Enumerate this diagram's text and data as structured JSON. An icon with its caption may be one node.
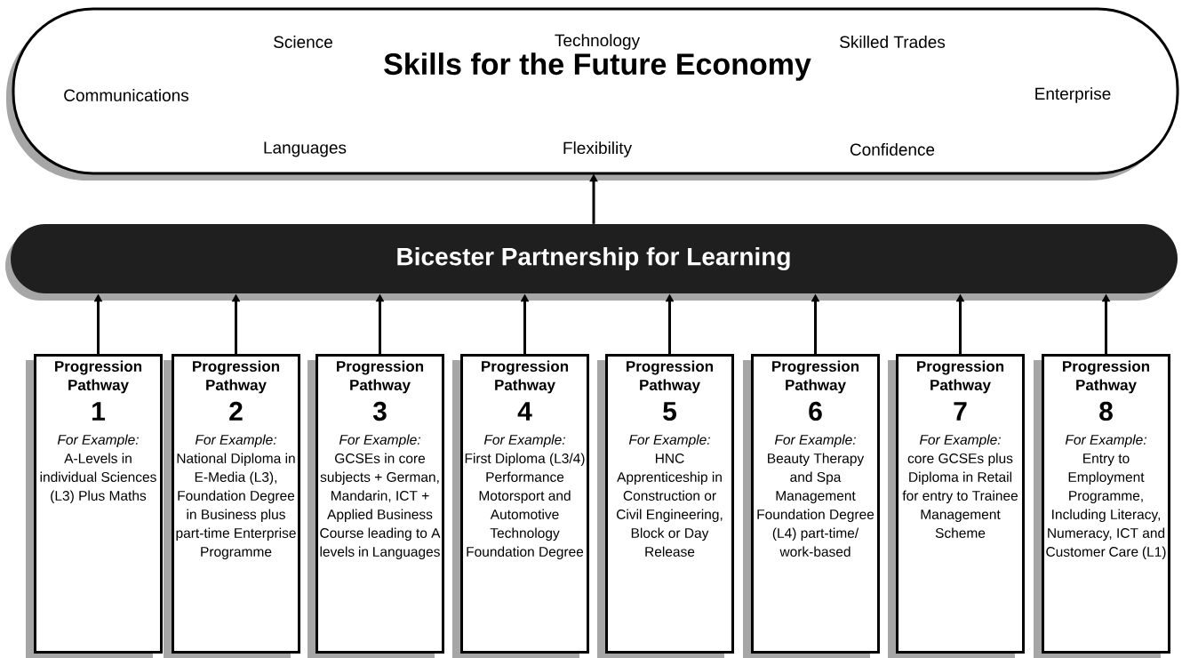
{
  "diagram": {
    "nodes": [
      {
        "text": [
          "Skills for the Future Economy",
          "Science",
          "Technology",
          "Skilled Trades",
          "Communications",
          "Enterprise",
          "Languages",
          "Flexibility",
          "Confidence"
        ]
      },
      {
        "text": [
          "Bicester Partnership for Learning"
        ]
      },
      {
        "text": [
          "Progression Pathway",
          "1",
          "For Example:",
          "A-Levels in individual Sciences (L3) Plus Maths"
        ]
      },
      {
        "text": [
          "Progression Pathway",
          "2",
          "For Example:",
          "National Diploma in E-Media (L3), Foundation Degree in Business plus part-time Enterprise Programme"
        ]
      },
      {
        "text": [
          "Progression Pathway",
          "3",
          "For Example:",
          "GCSEs in core subjects + German, Mandarin, ICT + Applied Business Course leading to A levels in Languages"
        ]
      },
      {
        "text": [
          "Progression Pathway",
          "4",
          "For Example:",
          "First Diploma (L3/4) Performance Motorsport and Automotive Technology Foundation Degree"
        ]
      },
      {
        "text": [
          "Progression Pathway",
          "5",
          "For Example:",
          "HNC Apprenticeship in Construction or Civil Engineering, Block or Day Release"
        ]
      },
      {
        "text": [
          "Progression Pathway",
          "6",
          "For Example:",
          "Beauty Therapy and Spa Management Foundation Degree (L4) part-time/ work-based"
        ]
      },
      {
        "text": [
          "Progression Pathway",
          "7",
          "For Example:",
          "core GCSEs plus Diploma in Retail for entry to Trainee Management Scheme"
        ]
      },
      {
        "text": [
          "Progression Pathway",
          "8",
          "For Example:",
          "Entry to Employment Programme, Including Literacy, Numeracy, ICT and Customer Care (L1)"
        ]
      }
    ],
    "edges": [
      {
        "from": 1,
        "to": 0,
        "arrow": "to"
      },
      {
        "from": 2,
        "to": 1,
        "arrow": "to"
      },
      {
        "from": 3,
        "to": 1,
        "arrow": "to"
      },
      {
        "from": 4,
        "to": 1,
        "arrow": "to"
      },
      {
        "from": 5,
        "to": 1,
        "arrow": "to"
      },
      {
        "from": 6,
        "to": 1,
        "arrow": "to"
      },
      {
        "from": 7,
        "to": 1,
        "arrow": "to"
      },
      {
        "from": 8,
        "to": 1,
        "arrow": "to"
      },
      {
        "from": 9,
        "to": 1,
        "arrow": "to"
      }
    ]
  }
}
